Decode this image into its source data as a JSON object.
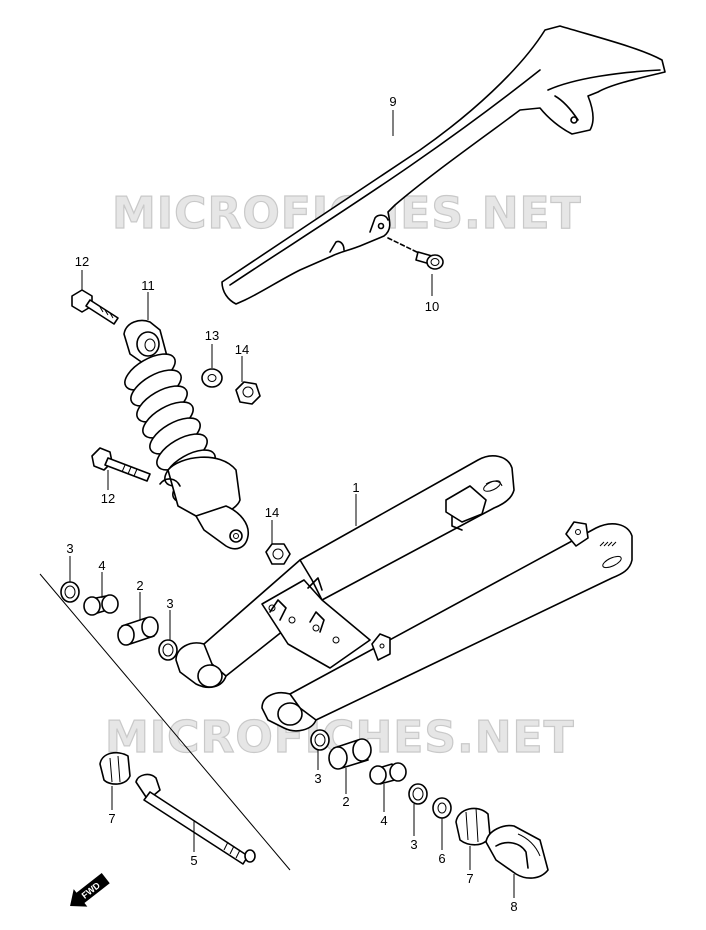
{
  "watermarks": [
    "MICROFICHES.NET",
    "MICROFICHES.NET"
  ],
  "callouts": [
    {
      "id": "9",
      "text": "9"
    },
    {
      "id": "10",
      "text": "10"
    },
    {
      "id": "12a",
      "text": "12"
    },
    {
      "id": "11",
      "text": "11"
    },
    {
      "id": "13",
      "text": "13"
    },
    {
      "id": "14a",
      "text": "14"
    },
    {
      "id": "12b",
      "text": "12"
    },
    {
      "id": "14b",
      "text": "14"
    },
    {
      "id": "1",
      "text": "1"
    },
    {
      "id": "3a",
      "text": "3"
    },
    {
      "id": "4a",
      "text": "4"
    },
    {
      "id": "2a",
      "text": "2"
    },
    {
      "id": "3b",
      "text": "3"
    },
    {
      "id": "7a",
      "text": "7"
    },
    {
      "id": "5",
      "text": "5"
    },
    {
      "id": "3c",
      "text": "3"
    },
    {
      "id": "2b",
      "text": "2"
    },
    {
      "id": "4b",
      "text": "4"
    },
    {
      "id": "3d",
      "text": "3"
    },
    {
      "id": "6",
      "text": "6"
    },
    {
      "id": "7b",
      "text": "7"
    },
    {
      "id": "8",
      "text": "8"
    }
  ],
  "fwd_label": "FWD"
}
